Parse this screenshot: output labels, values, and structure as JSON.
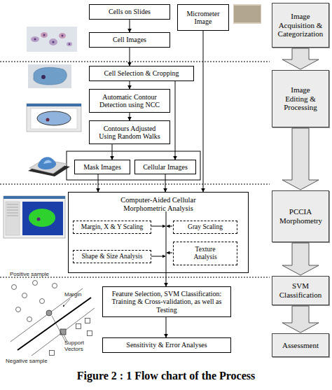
{
  "diagram": {
    "caption": "Figure 2 : 1 Flow chart of the Process",
    "nodes": [
      {
        "text": [
          "Cells on Slides"
        ]
      },
      {
        "text": [
          "Micrometer Image"
        ]
      },
      {
        "text": [
          "Image Acquisition & Categorization"
        ]
      },
      {
        "text": [
          "Cell Images"
        ]
      },
      {
        "text": [
          "Cell Selection & Cropping"
        ]
      },
      {
        "text": [
          "Image Editing & Processing"
        ]
      },
      {
        "text": [
          "Automatic Contour Detection using NCC"
        ]
      },
      {
        "text": [
          "Contours Adjusted Using Random Walks"
        ]
      },
      {
        "text": [
          "Mask Images"
        ]
      },
      {
        "text": [
          "Cellular Images"
        ]
      },
      {
        "text": [
          "Computer-Aided Cellular Morphometric Analysis"
        ]
      },
      {
        "text": [
          "Margin, X & Y Scaling"
        ],
        "in": 10
      },
      {
        "text": [
          "Gray Scaling"
        ],
        "in": 10
      },
      {
        "text": [
          "PCCIA Morphometry"
        ]
      },
      {
        "text": [
          "Shape & Size Analysis"
        ],
        "in": 10
      },
      {
        "text": [
          "Texture Analysis"
        ],
        "in": 10
      },
      {
        "text": [
          "Feature Selection, SVM Classification: Training & Cross-validation, as well as Testing"
        ]
      },
      {
        "text": [
          "SVM Classification"
        ]
      },
      {
        "text": [
          "Sensitivity & Error Analyses"
        ]
      },
      {
        "text": [
          "Assessment"
        ]
      }
    ],
    "edges": [
      {
        "from": 0,
        "to": 3,
        "arrow": "to"
      },
      {
        "from": 3,
        "to": 4,
        "arrow": "to"
      },
      {
        "from": 4,
        "to": 6,
        "arrow": "to"
      },
      {
        "from": 6,
        "to": 7,
        "arrow": "to"
      },
      {
        "from": 7,
        "to": 8,
        "arrow": "to"
      },
      {
        "from": 4,
        "to": 9,
        "arrow": "to"
      },
      {
        "from": 8,
        "to": 10,
        "arrow": "to"
      },
      {
        "from": 9,
        "to": 10,
        "arrow": "to"
      },
      {
        "from": 1,
        "to": 10,
        "arrow": "to"
      },
      {
        "from": 10,
        "to": 16,
        "arrow": "to"
      },
      {
        "from": 16,
        "to": 18,
        "arrow": "to"
      },
      {
        "from": 2,
        "to": 5,
        "arrow": "to"
      },
      {
        "from": 5,
        "to": 13,
        "arrow": "to"
      },
      {
        "from": 13,
        "to": 17,
        "arrow": "to"
      },
      {
        "from": 17,
        "to": 19,
        "arrow": "to"
      }
    ],
    "labels": [
      "Positive sample",
      "Margin",
      "Support Vectors",
      "Negative sample"
    ]
  }
}
